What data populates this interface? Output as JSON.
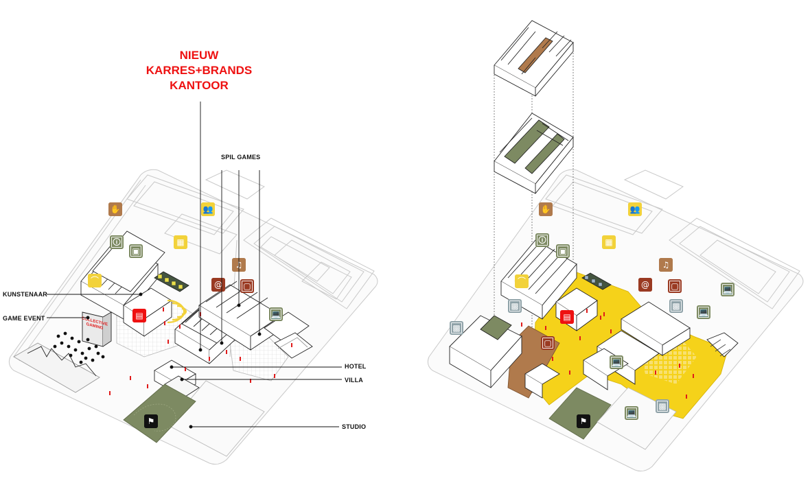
{
  "title": {
    "line1": "NIEUW",
    "line2": "KARRES+BRANDS",
    "line3": "KANTOOR"
  },
  "labels": {
    "spil_games": "SPIL GAMES",
    "kunstenaar": "KUNSTENAAR",
    "game_event": "GAME EVENT",
    "hotel": "HOTEL",
    "villa": "VILLA",
    "studio": "STUDIO"
  },
  "billboard": {
    "line1": "COLLECTIVE",
    "line2": "GAMING"
  },
  "colors": {
    "accent_red": "#ee1111",
    "icon_brown": "#b07a4c",
    "icon_dark_red": "#9a3a22",
    "icon_olive": "#7d8a62",
    "icon_yellow": "#f2d23a",
    "icon_grey_blue": "#8fa2a8",
    "plaza_yellow": "#f5d21a",
    "green_field": "#7d8a62",
    "brown_street": "#b07a4c"
  },
  "icons": {
    "left": [
      "handprint-icon",
      "people-icon",
      "info-desk-icon",
      "map-icon",
      "grid-icon",
      "mic-stage-icon",
      "clothes-hanger-icon",
      "email-at-icon",
      "frame-icon",
      "laptop-icon",
      "game-room-icon",
      "music-joystick-icon"
    ],
    "right": [
      "handprint-icon",
      "people-icon",
      "info-desk-icon",
      "map-icon",
      "grid-icon",
      "mic-stage-icon",
      "clothes-hanger-icon",
      "email-at-icon",
      "frame-icon",
      "laptop-icon",
      "qr-icon",
      "game-room-icon",
      "music-joystick-icon"
    ]
  }
}
